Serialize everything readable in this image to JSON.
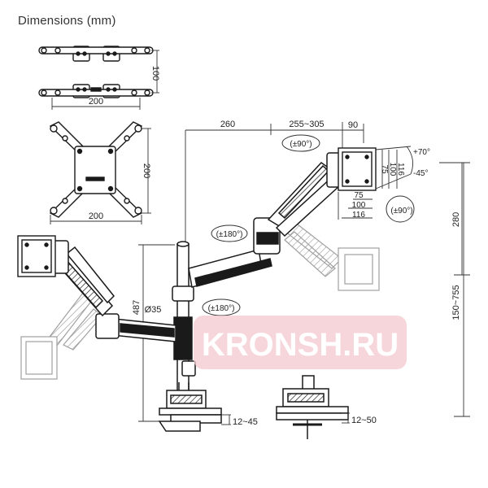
{
  "heading": "Dimensions (mm)",
  "plates": {
    "small_width": "200",
    "small_height": "100",
    "large_width": "200",
    "large_height": "200"
  },
  "arm": {
    "reach_inner": "260",
    "reach_outer": "255~305",
    "head_depth": "90",
    "tilt_up": "+70°",
    "tilt_down": "-45°",
    "vesa_v_75": "75",
    "vesa_v_100": "100",
    "vesa_v_116": "116",
    "vesa_h_75": "75",
    "vesa_h_100": "100",
    "vesa_h_116": "116",
    "rotation_head": "(±90°)",
    "rotation_screen": "(±90°)",
    "swivel_upper": "(±180°)",
    "swivel_lower": "(±180°)",
    "pole_diameter": "Ø35",
    "pole_height": "487",
    "height_adjust": "280",
    "total_height": "150~755",
    "clamp_thickness": "12~45",
    "grommet_thickness": "12~50"
  },
  "watermark": "KRONSH.RU",
  "colors": {
    "line": "#1a1a1a",
    "ghost": "#a8a8a8",
    "watermark_bg": "#f3c9cf",
    "watermark_text": "#ffffff"
  }
}
